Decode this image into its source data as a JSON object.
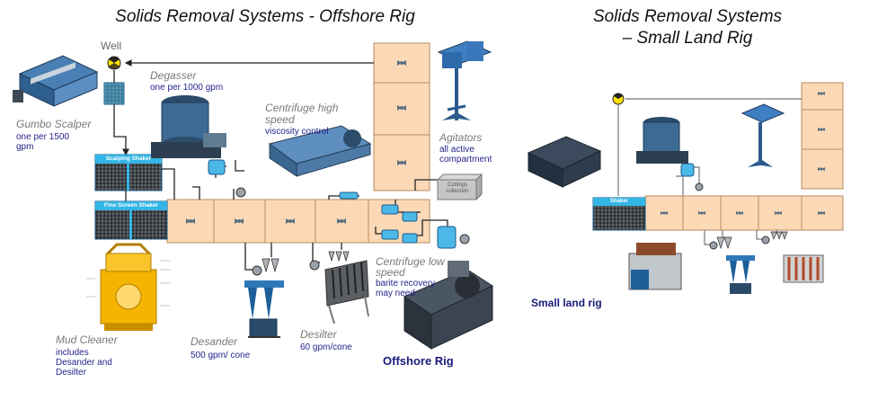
{
  "titles": {
    "offshore": "Solids Removal Systems - Offshore Rig",
    "land_line1": "Solids Removal Systems",
    "land_line2": "– Small Land Rig"
  },
  "labels": {
    "well": "Well",
    "degasser": "Degasser",
    "degasser_rate": "one per 1000 gpm",
    "gumbo": "Gumbo Scalper",
    "gumbo_rate_1": "one per 1500",
    "gumbo_rate_2": "gpm",
    "centrifuge_high_1": "Centrifuge high",
    "centrifuge_high_2": "speed",
    "centrifuge_high_note": "viscosity control",
    "agitators": "Agitators",
    "agitators_note_1": "all active",
    "agitators_note_2": "compartment",
    "cuttings": "Cuttings collection",
    "scalping_shaker": "Scalping Shaker",
    "fine_screen_shaker": "Fine Screen Shaker",
    "centrifuge_low_1": "Centrifuge low",
    "centrifuge_low_2": "speed",
    "centrifuge_low_note_1": "barite recovery",
    "centrifuge_low_note_2": "may need",
    "mud_cleaner": "Mud Cleaner",
    "mud_cleaner_note_1": "includes",
    "mud_cleaner_note_2": "Desander and",
    "mud_cleaner_note_3": "Desilter",
    "desander": "Desander",
    "desander_rate": "500 gpm/ cone",
    "desilter": "Desilter",
    "desilter_rate": "60 gpm/cone",
    "offshore_rig": "Offshore Rig",
    "shaker_small": "Shaker",
    "small_land_rig": "Small land rig"
  },
  "colors": {
    "tank_fill": "#fbd9b6",
    "tank_stroke": "#b88a5c",
    "shaker_blue": "#33b5e5",
    "pipe": "#222222",
    "label_grey": "#7a7a7a",
    "label_blue": "#23238c"
  },
  "icons": [
    "agitator-icon",
    "well-icon",
    "hydrocyclone-icon",
    "pump-icon"
  ]
}
